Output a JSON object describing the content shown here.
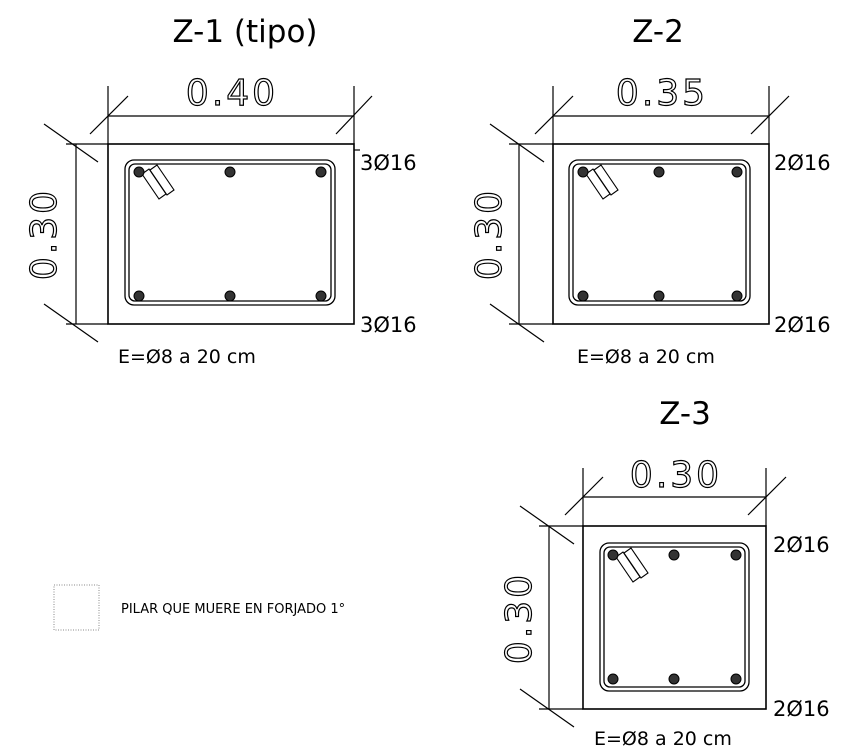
{
  "sections": [
    {
      "title": "Z-1 (tipo)",
      "width": "0.40",
      "height": "0.30",
      "top_bars": "3Ø16",
      "bottom_bars": "3Ø16",
      "stirrup": "E=Ø8 a 20 cm"
    },
    {
      "title": "Z-2",
      "width": "0.35",
      "height": "0.30",
      "top_bars": "2Ø16",
      "bottom_bars": "2Ø16",
      "stirrup": "E=Ø8 a 20 cm"
    },
    {
      "title": "Z-3",
      "width": "0.30",
      "height": "0.30",
      "top_bars": "2Ø16",
      "bottom_bars": "2Ø16",
      "stirrup": "E=Ø8 a 20 cm"
    }
  ],
  "legend": {
    "label": "PILAR QUE MUERE EN FORJADO 1°"
  }
}
